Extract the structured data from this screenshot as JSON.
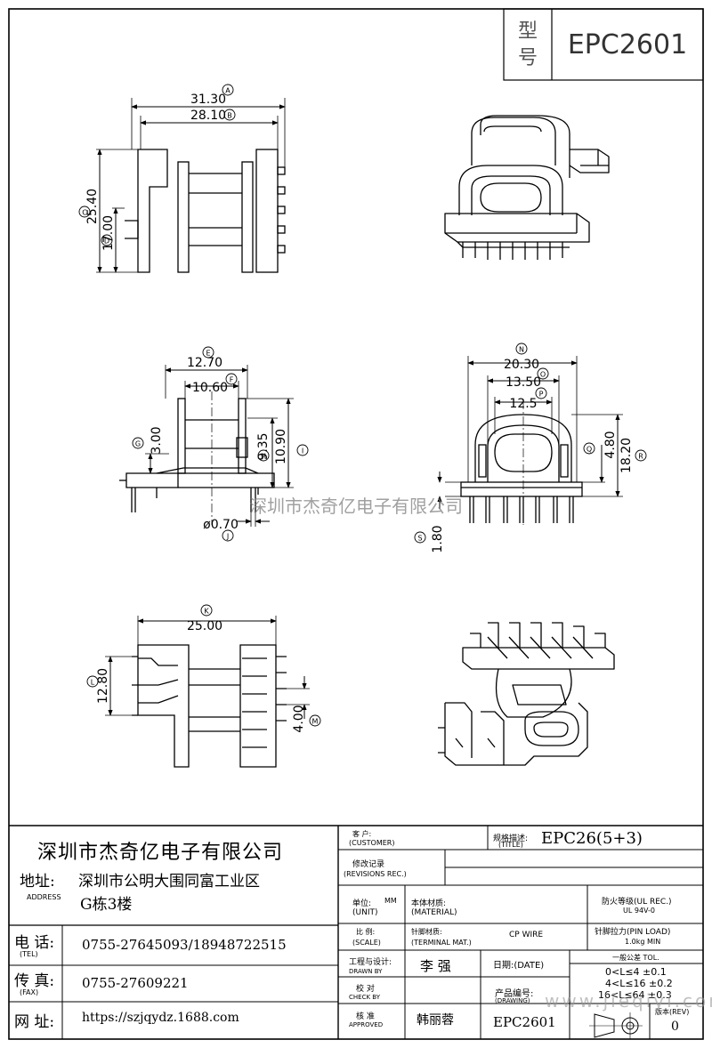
{
  "model_box": {
    "label_line1": "型",
    "label_line2": "号",
    "value": "EPC2601"
  },
  "dims": {
    "a": "31.30",
    "b": "28.10",
    "c": "25.40",
    "d": "17.00",
    "e": "12.70",
    "f": "10.60",
    "g": "3.00",
    "h": "9.35",
    "i": "10.90",
    "j": "ø0.70",
    "k": "25.00",
    "l": "12.80",
    "m": "4.00",
    "n": "20.30",
    "o": "13.50",
    "p": "12.5",
    "q": "4.80",
    "r": "18.20",
    "s": "1.80"
  },
  "markers": {
    "a": "A",
    "b": "B",
    "c": "C",
    "d": "D",
    "e": "E",
    "f": "F",
    "g": "G",
    "h": "H",
    "i": "I",
    "j": "J",
    "k": "K",
    "l": "L",
    "m": "M",
    "n": "N",
    "o": "O",
    "p": "P",
    "q": "Q",
    "r": "R",
    "s": "S"
  },
  "watermark": "深圳市杰奇亿电子有限公司",
  "company": {
    "name": "深圳市杰奇亿电子有限公司",
    "addr_label": "地址:",
    "addr_en": "ADDRESS",
    "addr_line1": "深圳市公明大围同富工业区",
    "addr_line2": "G栋3楼"
  },
  "contact": {
    "tel_label": "电 话:",
    "tel_en": "(TEL)",
    "tel": "0755-27645093/18948722515",
    "fax_label": "传 真:",
    "fax_en": "(FAX)",
    "fax": "0755-27609221",
    "web_label": "网 址:",
    "web": "https://szjqydz.1688.com"
  },
  "title_block": {
    "customer_cn": "客  户:",
    "customer_en": "(CUSTOMER)",
    "title_cn": "规格描述:",
    "title_en": "(TITLE)",
    "title_value": "EPC26(5+3)",
    "rev_rec_cn": "修改记录",
    "rev_rec_en": "(REVISIONS REC.)",
    "unit_cn": "单位:",
    "unit_value": "MM",
    "unit_en": "(UNIT)",
    "material_cn": "本体材质:",
    "material_en": "(MATERIAL)",
    "ul_cn": "防火等级(UL REC.)",
    "ul_value": "UL 94V-0",
    "scale_cn": "比 例:",
    "scale_en": "(SCALE)",
    "terminal_cn": "针脚材质:",
    "terminal_en": "(TERMINAL MAT.)",
    "terminal_value": "CP WIRE",
    "pinload_cn": "针脚拉力(PIN LOAD)",
    "pinload_value": "1.0kg MIN",
    "drawn_cn": "工程与设计:",
    "drawn_en": "DRAWN BY",
    "drawn_value": "李 强",
    "date_cn": "日期:(DATE)",
    "tol_title": "一般公差 TOL.",
    "tol_rows": [
      "0<L≤4   ±0.1",
      "4<L≤16  ±0.2",
      "16<L≤64 ±0.3"
    ],
    "check_cn": "校 对",
    "check_en": "CHECK BY",
    "product_cn": "产品编号:",
    "product_en": "(DRAWING)",
    "approved_cn": "核 准",
    "approved_en": "APPROVED",
    "approved_value": "韩丽蓉",
    "product_value": "EPC2601",
    "rev_cn": "版本(REV)",
    "rev_value": "0",
    "watermark2": "www.jieqiyi.com"
  }
}
